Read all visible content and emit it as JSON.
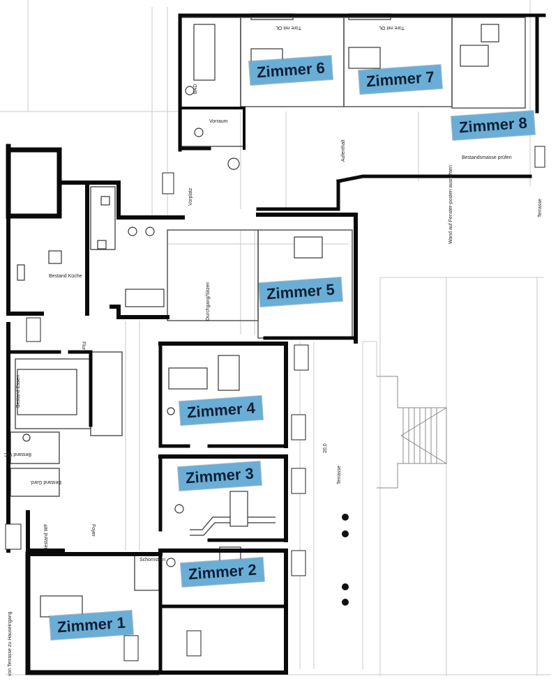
{
  "rooms": [
    {
      "id": "zimmer-1",
      "label": "Zimmer 1"
    },
    {
      "id": "zimmer-2",
      "label": "Zimmer 2"
    },
    {
      "id": "zimmer-3",
      "label": "Zimmer 3"
    },
    {
      "id": "zimmer-4",
      "label": "Zimmer 4"
    },
    {
      "id": "zimmer-5",
      "label": "Zimmer 5"
    },
    {
      "id": "zimmer-6",
      "label": "Zimmer 6"
    },
    {
      "id": "zimmer-7",
      "label": "Zimmer 7"
    },
    {
      "id": "zimmer-8",
      "label": "Zimmer 8"
    }
  ],
  "plan_text": {
    "bestand_kueche": "Bestand Küche",
    "bestand_essen": "Bestand Essen",
    "bestand_wc": "Bestand WC",
    "bestand_gard": "Bestand Gard.",
    "bestand_wf": "Bestand WF",
    "flur": "Flur",
    "foyer": "Foyer",
    "durchgang": "Durchgang/Sitzen",
    "aufenthalt": "Aufenthalt",
    "bad": "BAD",
    "vorraum": "Vorraum",
    "vorplatz": "Vorplatz",
    "terrasse_right": "Terrasse",
    "terrasse_mid": "Terrasse",
    "schornstein": "Schornstein",
    "bestandsmasse": "Bestandsmasse prüfen",
    "wand_fenster": "Wand auf Fenster-posten ausrichten",
    "von_terrasse": "von Terrasse zu Hauseingang",
    "tuere_1": "Türe mit OL",
    "tuere_2": "Türe mit OL",
    "dim_20": "20,0"
  }
}
